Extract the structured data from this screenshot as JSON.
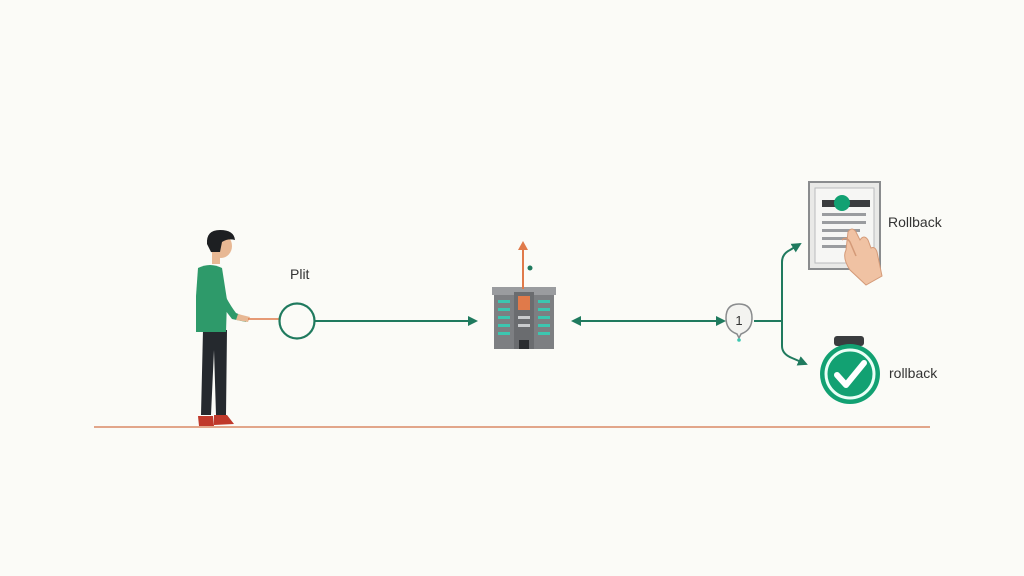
{
  "labels": {
    "start_node": "Plit",
    "rollback_top": "Rollback",
    "rollback_bottom": "rollback",
    "stage_marker": "1"
  },
  "colors": {
    "background": "#fbfbf7",
    "connector_green": "#1f7a5e",
    "ground_line": "#d98a66",
    "shirt_green": "#2e9a6a",
    "server_gray": "#7d7f82",
    "accent_orange": "#e07a4a",
    "success_green": "#12a172"
  },
  "icons": [
    "person-figure",
    "start-node-circle",
    "server-building-icon",
    "stage-marker-icon",
    "document-icon",
    "hand-icon",
    "checkmark-badge-icon"
  ]
}
